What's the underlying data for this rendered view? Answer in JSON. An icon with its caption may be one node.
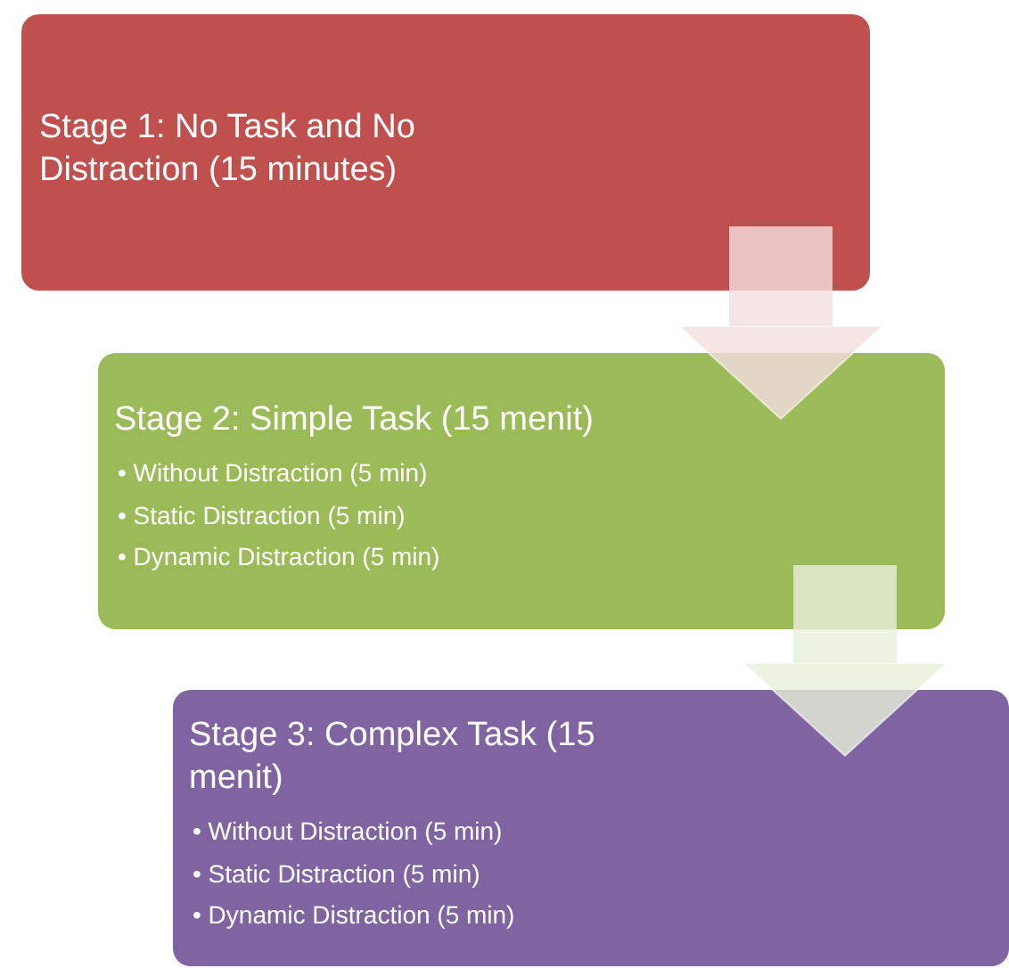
{
  "diagram": {
    "nodes": [
      {
        "text": [
          "Stage 1: No Task and No Distraction (15 minutes)"
        ]
      },
      {
        "text": [
          "Stage 2: Simple Task (15 menit)",
          "• Without Distraction (5 min)",
          "• Static Distraction (5 min)",
          "• Dynamic Distraction (5 min)"
        ]
      },
      {
        "text": [
          "Stage 3: Complex Task (15 menit)",
          "• Without Distraction (5 min)",
          "• Static Distraction (5 min)",
          "• Dynamic Distraction (5 min)"
        ]
      }
    ],
    "edges": [
      {
        "from": 0,
        "to": 1,
        "arrow": "to"
      },
      {
        "from": 1,
        "to": 2,
        "arrow": "to"
      }
    ]
  }
}
